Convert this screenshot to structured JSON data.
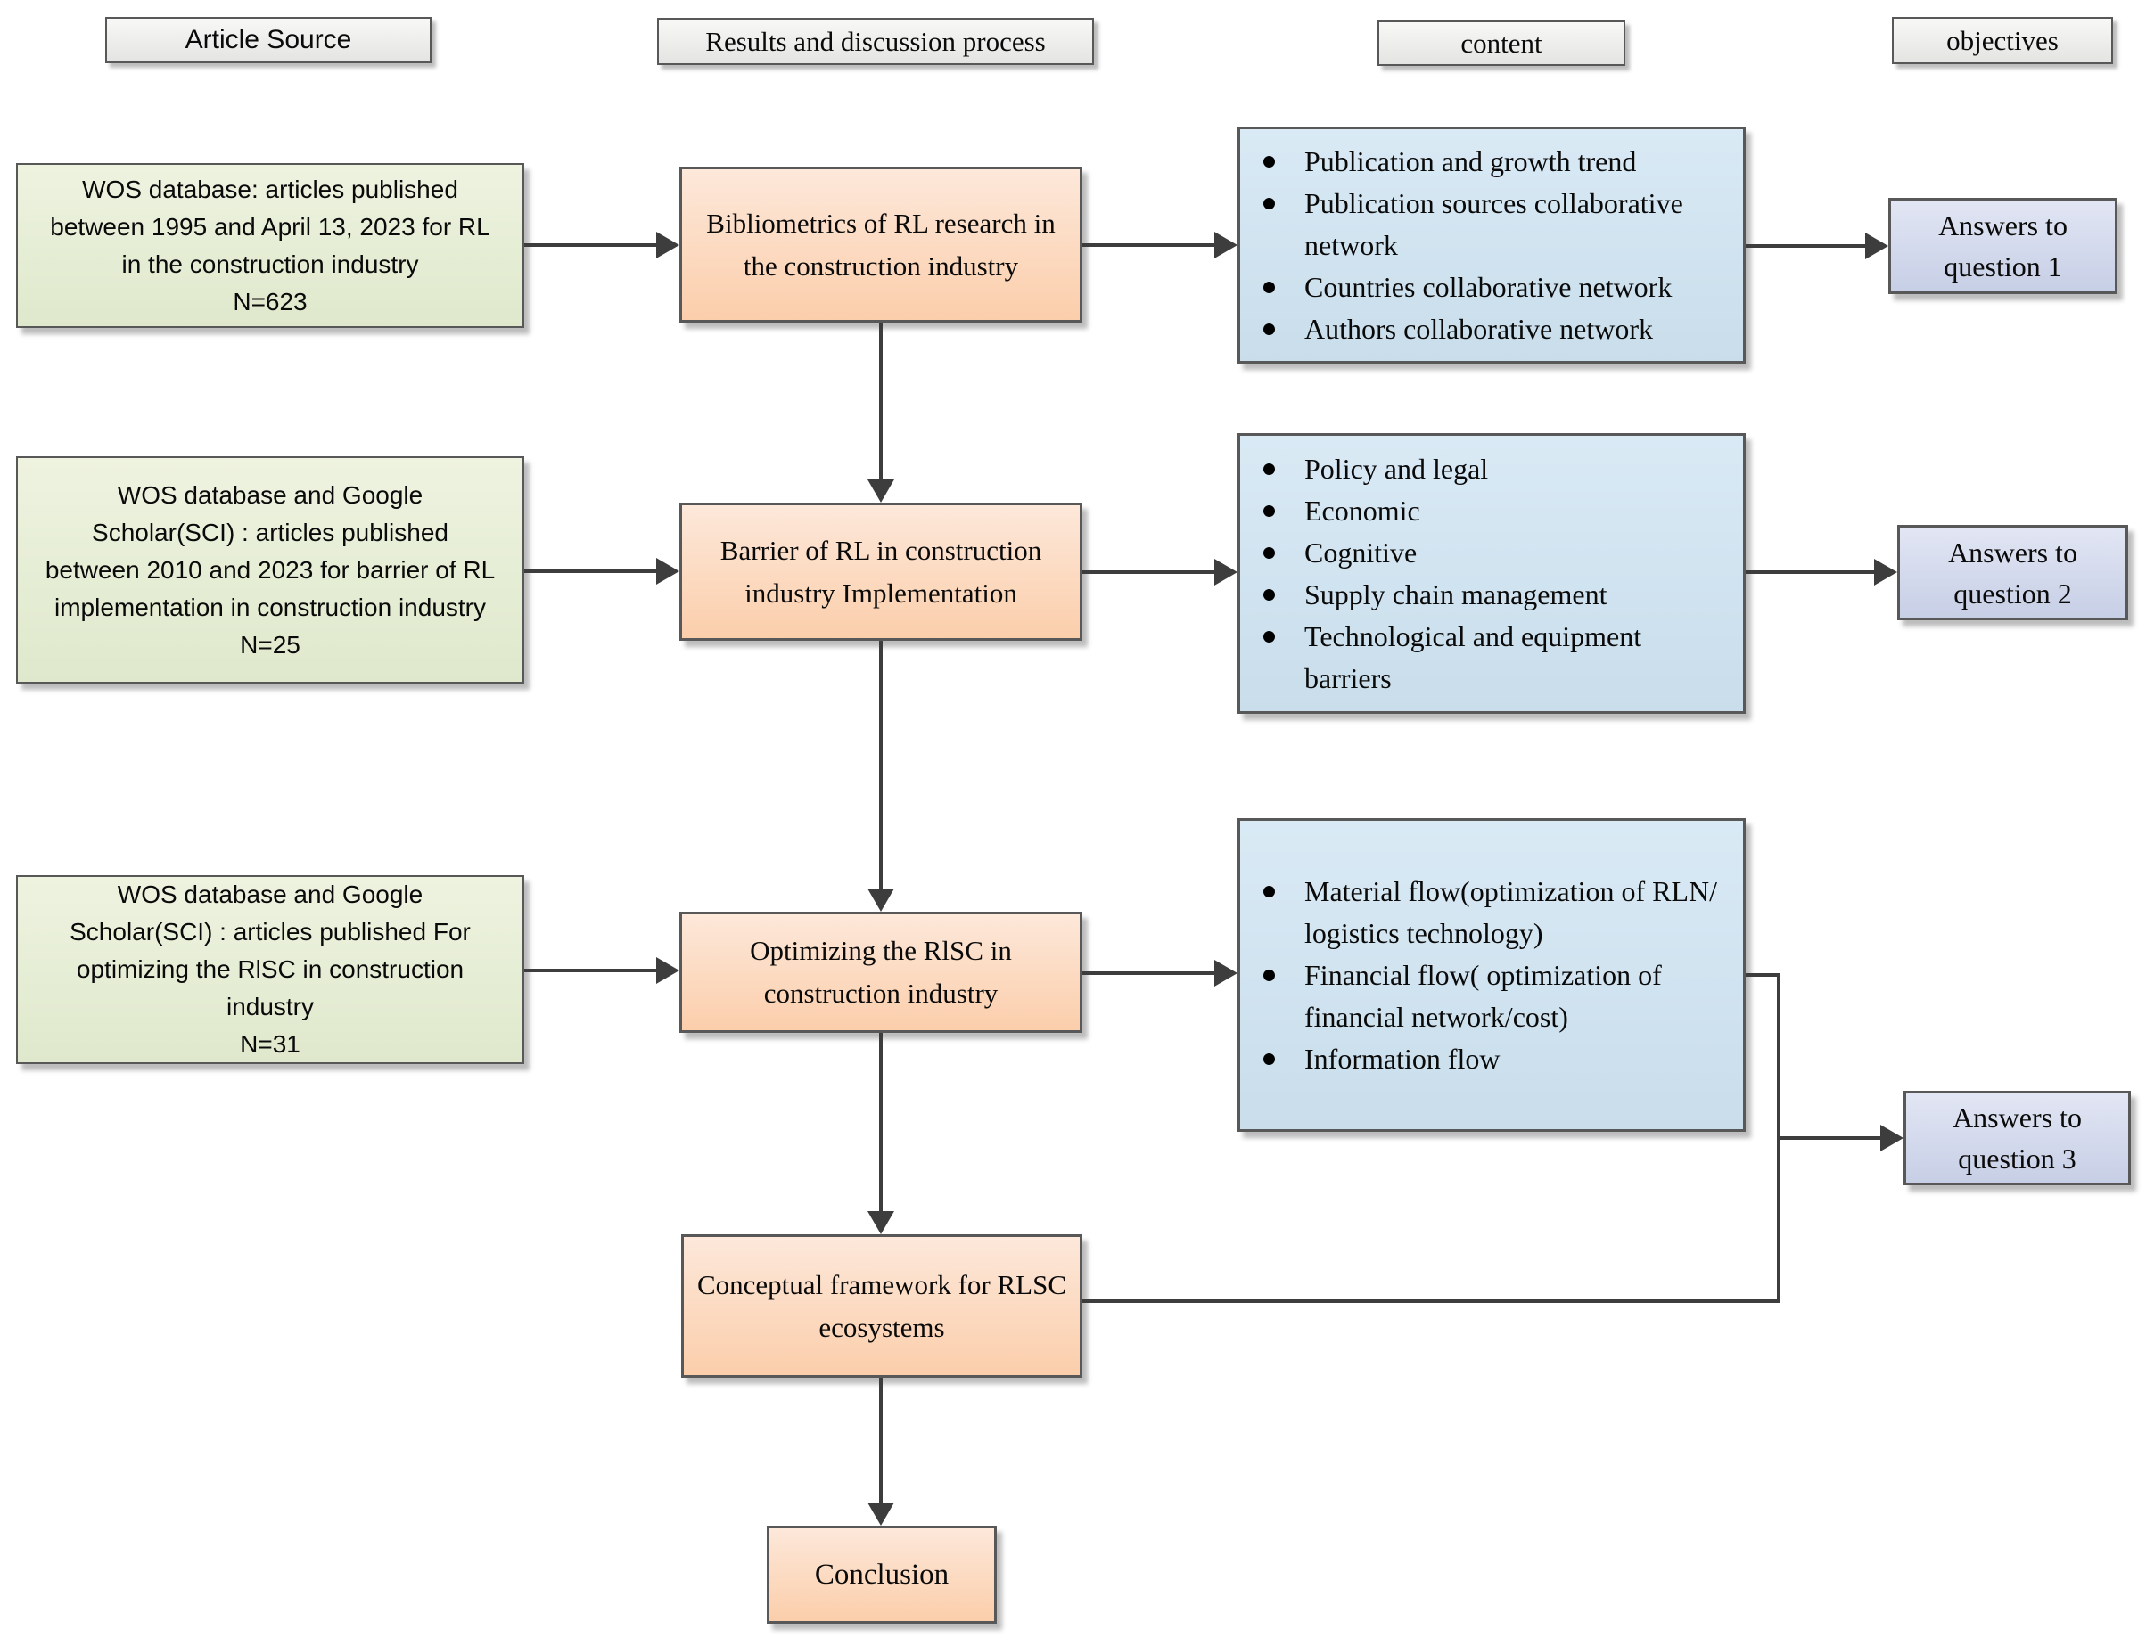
{
  "palette": {
    "green1": "#eef3e0",
    "green2": "#dfe8cc",
    "orange1": "#fde8da",
    "orange2": "#fbceab",
    "blue1": "#d9eaf5",
    "blue2": "#c9ddeb",
    "lav1": "#e2e6f4",
    "lav2": "#c7cfe6",
    "hdr1": "#f8f8f6",
    "hdr2": "#e4e4e2",
    "border": "#585858",
    "line": "#3d3d3d",
    "shadow": "#bdbdbd",
    "ink": "#0a0a0a"
  },
  "headers": {
    "col1": "Article Source",
    "col2": "Results and discussion process",
    "col3": "content",
    "col4": "objectives"
  },
  "sources": [
    {
      "body": "WOS database: articles published between 1995 and April 13, 2023 for RL in the construction industry",
      "n": "N=623"
    },
    {
      "body": "WOS database and Google Scholar(SCI) : articles published between 2010 and 2023 for barrier of RL implementation in construction industry",
      "n": "N=25"
    },
    {
      "body": "WOS database and Google Scholar(SCI) : articles published For optimizing the RlSC in construction industry",
      "n": "N=31"
    }
  ],
  "processes": {
    "p1": "Bibliometrics of RL research in the construction industry",
    "p2": "Barrier of RL in construction industry Implementation",
    "p3": "Optimizing the RlSC in construction industry",
    "framework": "Conceptual framework for RLSC ecosystems",
    "conclusion": "Conclusion"
  },
  "contents": {
    "c1": {
      "items": [
        "Publication and growth trend",
        "Publication sources collaborative network",
        "Countries collaborative network",
        "Authors collaborative network"
      ]
    },
    "c2": {
      "items": [
        "Policy and legal",
        "Economic",
        "Cognitive",
        "Supply chain management",
        "Technological and equipment barriers"
      ]
    },
    "c3": {
      "items": [
        "Material flow(optimization of RLN/ logistics technology)",
        "Financial flow( optimization of financial network/cost)",
        "Information flow"
      ]
    }
  },
  "objectives": {
    "a1": "Answers to question 1",
    "a2": "Answers to question 2",
    "a3": "Answers to question 3"
  }
}
